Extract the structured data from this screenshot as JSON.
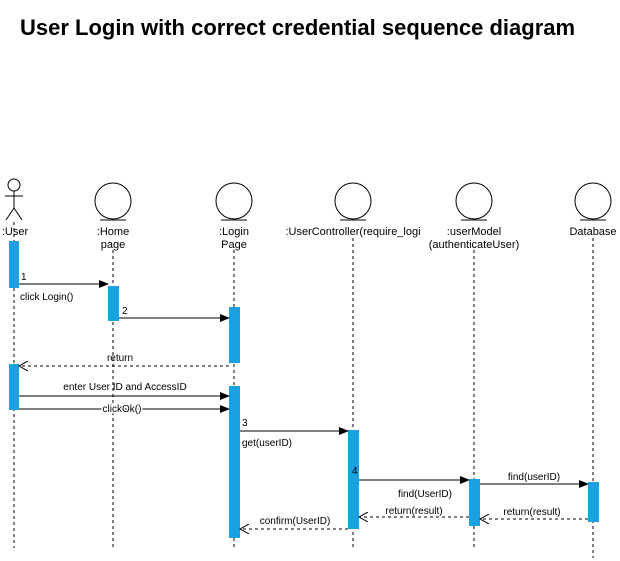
{
  "title": "User Login with correct credential sequence diagram",
  "participants": [
    {
      "id": "user",
      "line1": ":User",
      "line2": "",
      "kind": "actor"
    },
    {
      "id": "home",
      "line1": ":Home",
      "line2": "page",
      "kind": "entity"
    },
    {
      "id": "login",
      "line1": ":Login",
      "line2": "Page",
      "kind": "entity"
    },
    {
      "id": "controller",
      "line1": ":UserController(require_logi",
      "line2": "",
      "kind": "entity"
    },
    {
      "id": "model",
      "line1": ":userModel",
      "line2": "(authenticateUser)",
      "kind": "entity"
    },
    {
      "id": "database",
      "line1": "Database",
      "line2": "",
      "kind": "entity"
    }
  ],
  "messages": [
    {
      "id": "m1",
      "number": "1",
      "label": "click Login()",
      "from": "user",
      "to": "home",
      "style": "solid"
    },
    {
      "id": "m2",
      "number": "2",
      "label": "",
      "from": "home",
      "to": "login",
      "style": "solid"
    },
    {
      "id": "m3",
      "number": "",
      "label": "return",
      "from": "login",
      "to": "user",
      "style": "dashed"
    },
    {
      "id": "m4",
      "number": "",
      "label": "enter User ID and AccessID",
      "from": "user",
      "to": "login",
      "style": "solid"
    },
    {
      "id": "m5",
      "number": "",
      "label": "clickOk()",
      "from": "user",
      "to": "login",
      "style": "solid"
    },
    {
      "id": "m6",
      "number": "3",
      "label": "get(userID)",
      "from": "login",
      "to": "controller",
      "style": "solid"
    },
    {
      "id": "m7",
      "number": "4",
      "label": "find(UserID)",
      "from": "controller",
      "to": "model",
      "style": "solid"
    },
    {
      "id": "m8",
      "number": "",
      "label": "find(userID)",
      "from": "model",
      "to": "database",
      "style": "solid"
    },
    {
      "id": "m9",
      "number": "",
      "label": "return(result)",
      "from": "database",
      "to": "model",
      "style": "dashed"
    },
    {
      "id": "m10",
      "number": "",
      "label": "return(result)",
      "from": "model",
      "to": "controller",
      "style": "dashed"
    },
    {
      "id": "m11",
      "number": "",
      "label": "confirm(UserID)",
      "from": "controller",
      "to": "login",
      "style": "dashed"
    }
  ],
  "colors": {
    "activation": "#1ba1e2",
    "line": "#000000"
  }
}
